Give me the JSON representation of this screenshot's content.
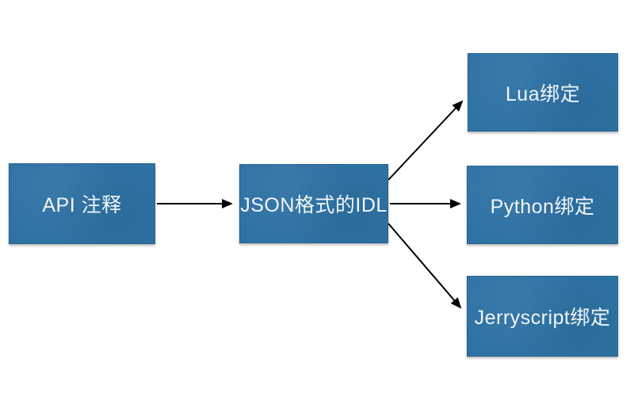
{
  "diagram": {
    "type": "flowchart",
    "direction": "left-to-right",
    "nodes": [
      {
        "id": "api-annotation",
        "label": "API 注释"
      },
      {
        "id": "json-idl",
        "label": "JSON格式的IDL"
      },
      {
        "id": "lua-binding",
        "label": "Lua绑定"
      },
      {
        "id": "python-binding",
        "label": "Python绑定"
      },
      {
        "id": "jerryscript-binding",
        "label": "Jerryscript绑定"
      }
    ],
    "edges": [
      {
        "from": "api-annotation",
        "to": "json-idl"
      },
      {
        "from": "json-idl",
        "to": "lua-binding"
      },
      {
        "from": "json-idl",
        "to": "python-binding"
      },
      {
        "from": "json-idl",
        "to": "jerryscript-binding"
      }
    ],
    "colors": {
      "node_fill": "#2e72a4",
      "node_text": "#f2f5f7",
      "arrow": "#000000",
      "background": "#ffffff"
    }
  }
}
